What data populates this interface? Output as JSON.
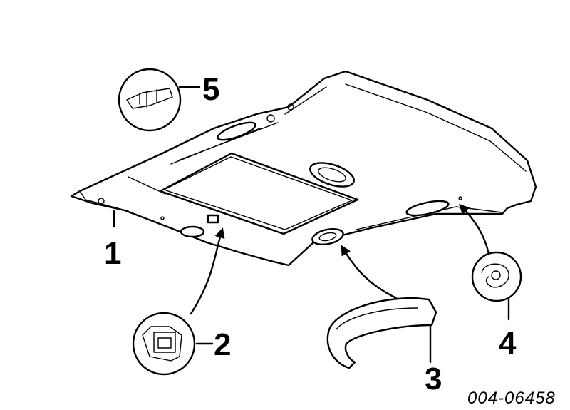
{
  "callouts": [
    {
      "id": "1",
      "label": "1"
    },
    {
      "id": "2",
      "label": "2"
    },
    {
      "id": "3",
      "label": "3"
    },
    {
      "id": "4",
      "label": "4"
    },
    {
      "id": "5",
      "label": "5"
    }
  ],
  "part_number": "004-06458",
  "colors": {
    "ink": "#000000",
    "paper": "#ffffff"
  }
}
